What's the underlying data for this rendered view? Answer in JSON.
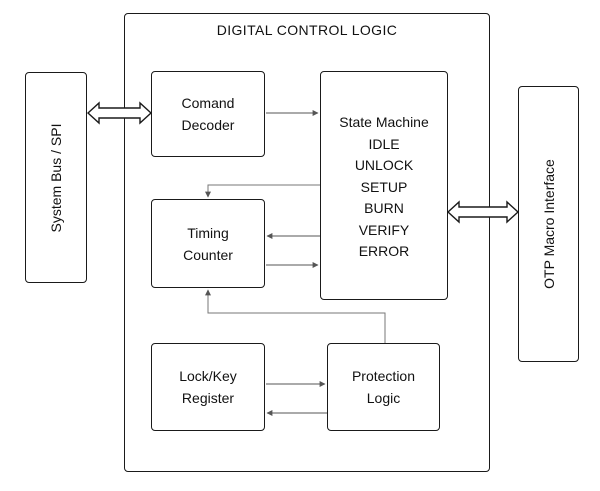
{
  "title": "DIGITAL CONTROL LOGIC",
  "blocks": {
    "system_bus": "System Bus / SPI",
    "otp_interface": "OTP Macro Interface",
    "command_decoder": "Comand\nDecoder",
    "state_machine": "State Machine\nIDLE\nUNLOCK\nSETUP\nBURN\nVERIFY\nERROR",
    "timing_counter": "Timing\nCounter",
    "lock_key_register": "Lock/Key\nRegister",
    "protection_logic": "Protection\nLogic"
  },
  "colors": {
    "line": "#1a1a1a",
    "arrow": "#555555",
    "background": "#ffffff"
  }
}
